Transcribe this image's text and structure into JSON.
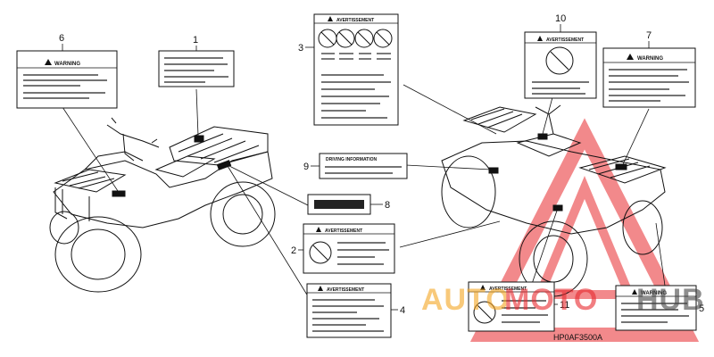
{
  "diagram_code": "HP0AF3500A",
  "watermark": {
    "text_a": "AUTO",
    "text_b": "MOTO",
    "text_c": "HUB",
    "color_orange": "#f5a623",
    "color_red": "#e8292e",
    "color_dark": "#444444"
  },
  "callouts": [
    "1",
    "2",
    "3",
    "4",
    "5",
    "6",
    "7",
    "8",
    "9",
    "10",
    "11"
  ],
  "labels": {
    "warning": "WARNING",
    "avertissement": "AVERTISSEMENT",
    "driving_info": "DRIVING INFORMATION"
  },
  "icons": [
    "no-passenger-icon",
    "helmet-icon",
    "no-road-icon",
    "age-restriction-icon"
  ]
}
